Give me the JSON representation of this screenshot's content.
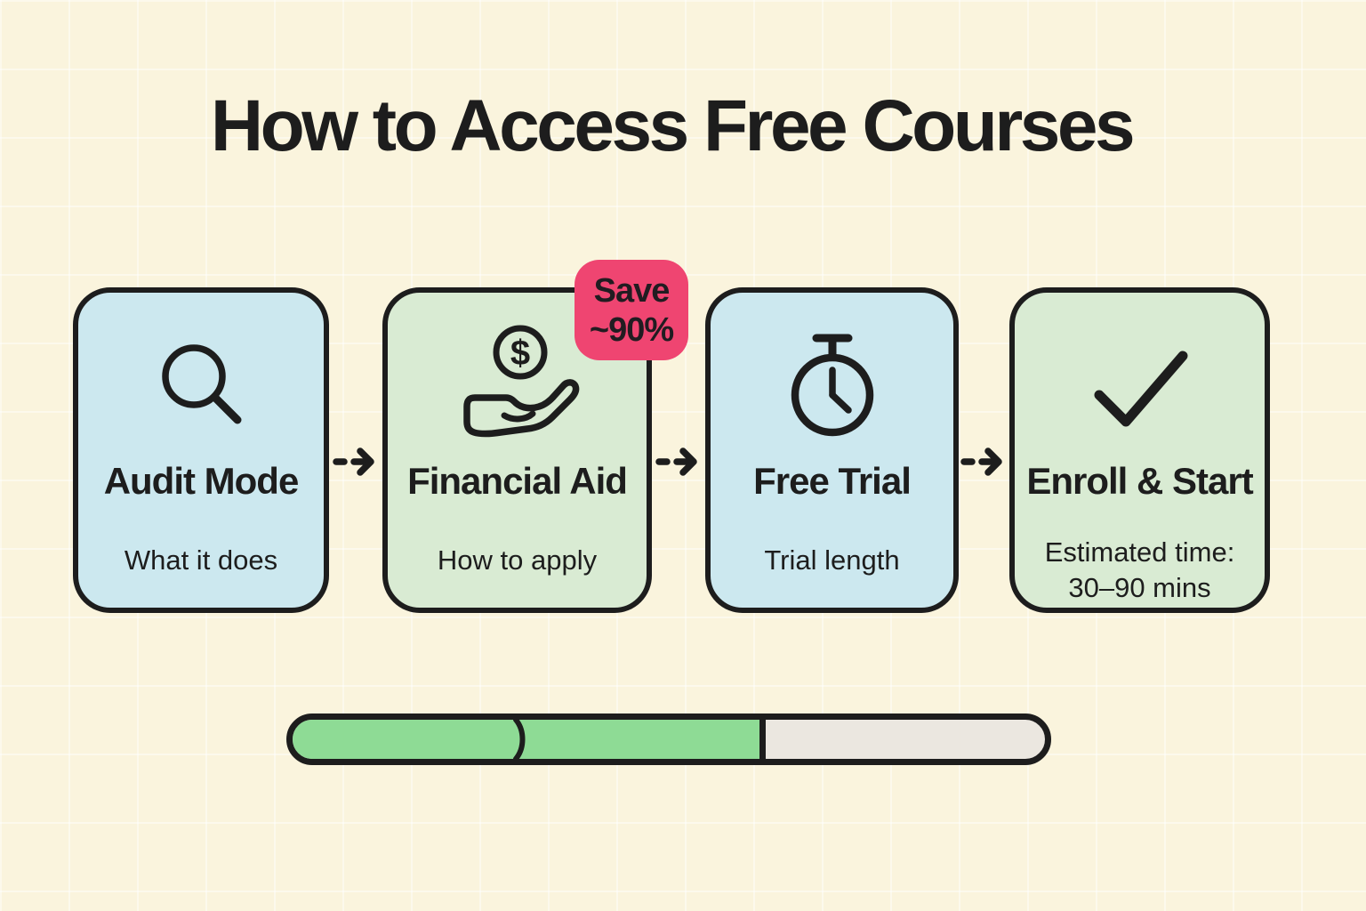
{
  "title": "How to Access Free Courses",
  "steps": [
    {
      "title": "Audit Mode",
      "subtitle": "What it does",
      "icon": "magnifier-icon"
    },
    {
      "title": "Financial Aid",
      "subtitle": "How to apply",
      "icon": "hand-coin-icon",
      "currency_symbol": "$",
      "badge_line1": "Save",
      "badge_line2": "~90%"
    },
    {
      "title": "Free Trial",
      "subtitle": "Trial length",
      "icon": "stopwatch-icon"
    },
    {
      "title": "Enroll & Start",
      "subtitle": "Estimated time:",
      "subtitle2": "30–90 mins",
      "icon": "check-icon"
    }
  ],
  "badge": {
    "text": "Save ~90%",
    "color": "#ef4571"
  },
  "progress": {
    "fill_percent": 62.9,
    "divider_percent": 29.2,
    "fill_color": "#8edb95",
    "track_color": "#ebe7e0"
  },
  "colors": {
    "background": "#faf4dd",
    "card_blue": "#cce8ef",
    "card_green": "#d9ebd3",
    "outline": "#1d1d1d",
    "text": "#1d1d1d"
  }
}
